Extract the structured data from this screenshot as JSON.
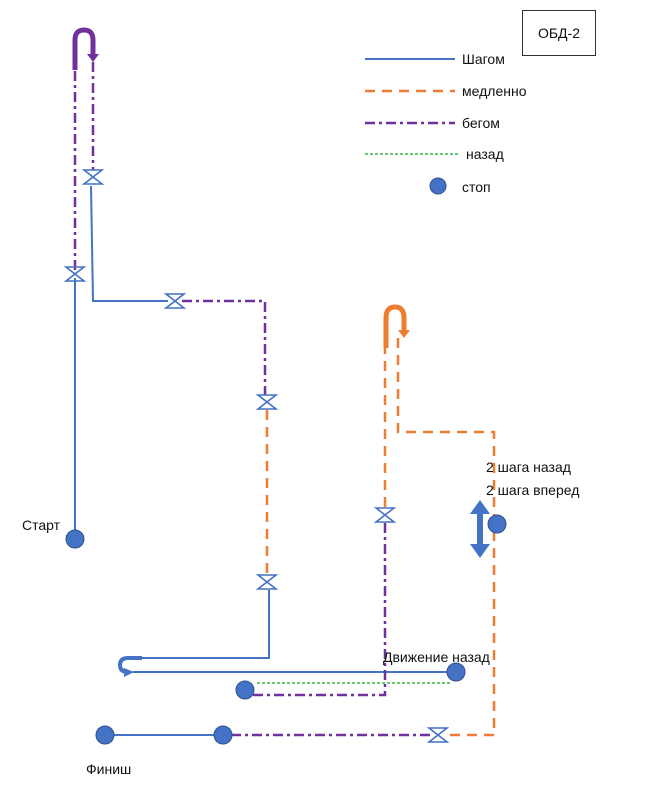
{
  "title": "ОБД-2",
  "colors": {
    "walk": "#4472c4",
    "slow": "#ed7d31",
    "run": "#7030a0",
    "back": "#3cb44b",
    "stop": "#4472c4"
  },
  "legend": {
    "walk": "Шагом",
    "slow": "медленно",
    "run": "бегом",
    "back": "назад",
    "stop": "стоп"
  },
  "labels": {
    "start": "Старт",
    "finish": "Финиш",
    "moving_back": "Движение назад",
    "steps_back": "2 шага назад",
    "steps_forward": "2 шага вперед"
  }
}
